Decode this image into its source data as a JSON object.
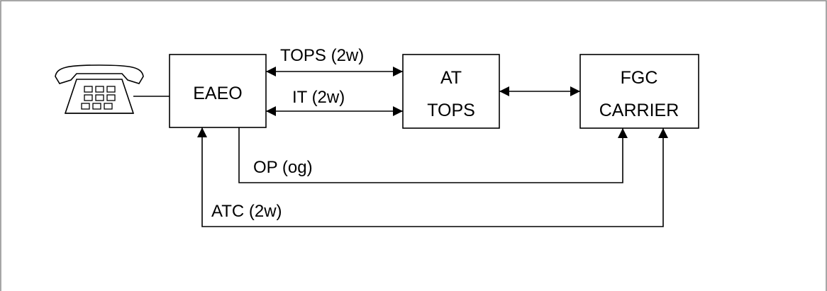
{
  "nodes": {
    "eaeo": {
      "label": "EAEO"
    },
    "at_tops": {
      "lines": [
        "AT",
        "TOPS"
      ]
    },
    "fgc_carrier": {
      "lines": [
        "FGC",
        "CARRIER"
      ]
    }
  },
  "links": {
    "tops_2w": {
      "label": "TOPS (2w)"
    },
    "it_2w": {
      "label": "IT (2w)"
    },
    "op_og": {
      "label": "OP (og)"
    },
    "atc_2w": {
      "label": "ATC (2w)"
    }
  },
  "icons": {
    "telephone": "telephone-icon"
  },
  "colors": {
    "line": "#000000",
    "frame": "#8a8a8a",
    "background": "#ffffff"
  }
}
